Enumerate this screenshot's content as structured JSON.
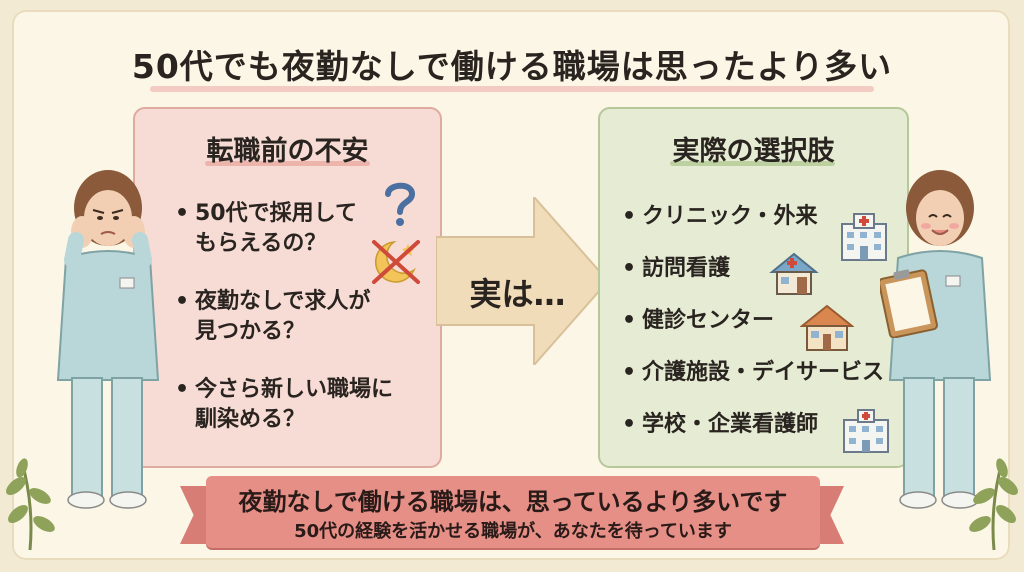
{
  "title": "50代でも夜勤なしで働ける職場は思ったより多い",
  "left_panel": {
    "title": "転職前の不安",
    "items": [
      "50代で採用して\nもらえるの？",
      "夜勤なしで求人が\n見つかる？",
      "今さら新しい職場に\n馴染める？"
    ]
  },
  "arrow_label": "実は…",
  "right_panel": {
    "title": "実際の選択肢",
    "items": [
      "クリニック・外来",
      "訪問看護",
      "健診センター",
      "介護施設・デイサービス",
      "学校・企業看護師"
    ]
  },
  "banner": {
    "main": "夜勤なしで働ける職場は、思っているより多いです",
    "sub": "50代の経験を活かせる職場が、あなたを待っています"
  },
  "colors": {
    "left_panel": "#f7dcd5",
    "right_panel": "#e5ecd3",
    "banner": "#e58f87",
    "arrow": "#f0dcb8"
  },
  "icons": [
    "worried-nurse-figure",
    "question-mark-icon",
    "moon-no-night-icon",
    "smiling-nurse-figure",
    "clipboard-icon",
    "hospital-icon",
    "house-icon",
    "building-icon",
    "leaf-branch-icon"
  ]
}
